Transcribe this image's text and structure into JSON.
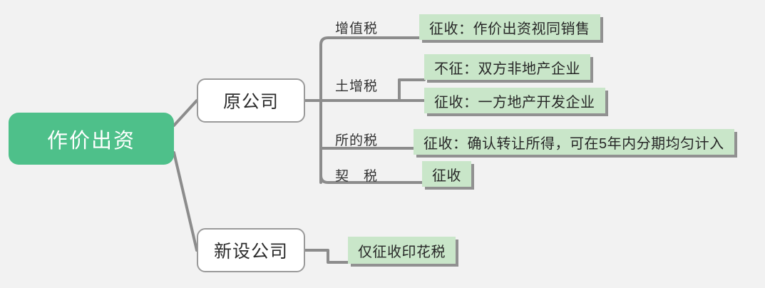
{
  "diagram": {
    "type": "mind-map",
    "background_color": "#f2f2f2",
    "root": {
      "label": "作价出资",
      "fill_color": "#4ec08a",
      "text_color": "#ffffff"
    },
    "branches": [
      {
        "label": "原公司",
        "children": [
          {
            "label": "增值税",
            "leaves": [
              {
                "text": "征收：作价出资视同销售"
              }
            ]
          },
          {
            "label": "土增税",
            "leaves": [
              {
                "text": "不征：双方非地产企业"
              },
              {
                "text": "征收：一方地产开发企业"
              }
            ]
          },
          {
            "label": "所的税",
            "leaves": [
              {
                "text": "征收：确认转让所得，可在5年内分期均匀计入"
              }
            ]
          },
          {
            "label": "契　税",
            "leaves": [
              {
                "text": "征收"
              }
            ]
          }
        ]
      },
      {
        "label": "新设公司",
        "children": [],
        "leaves": [
          {
            "text": "仅征收印花税"
          }
        ]
      }
    ],
    "colors": {
      "leaf_fill": "#c9e6c9",
      "leaf_shadow": "#808080",
      "connector": "#8c8c8c",
      "node_border": "#9a9a9a",
      "node_fill": "#ffffff",
      "text": "#2b2b2b"
    }
  }
}
